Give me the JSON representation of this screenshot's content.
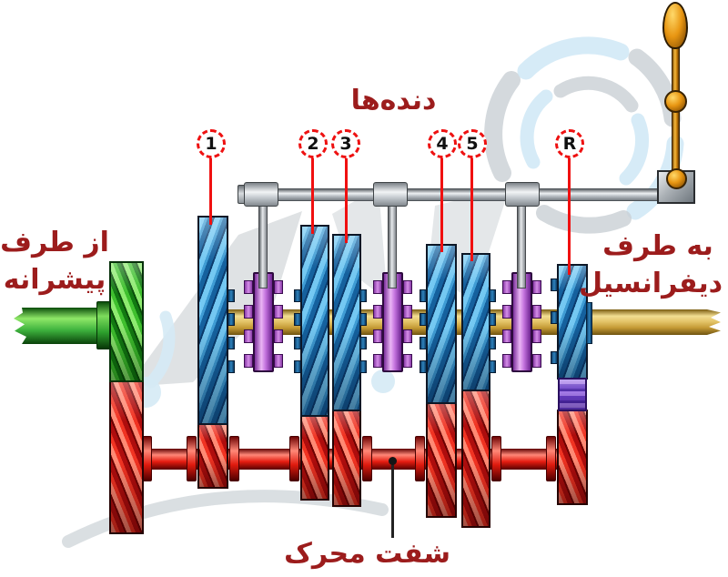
{
  "title": "دنده‌ها",
  "labels": {
    "input_line1": "از طرف",
    "input_line2": "پیشرانه",
    "output_line1": "به طرف",
    "output_line2": "دیفرانسیل",
    "driveshaft": "شفت محرک"
  },
  "gear_markers": [
    {
      "label": "1"
    },
    {
      "label": "2"
    },
    {
      "label": "3"
    },
    {
      "label": "4"
    },
    {
      "label": "5"
    },
    {
      "label": "R"
    }
  ],
  "colors": {
    "label_text": "#9c1c1c",
    "marker_ring": "#ee1111",
    "leader_line": "#f01010",
    "gear_blue": "#2f86c2",
    "counter_gear_red": "#d41414",
    "input_gear_green": "#2fae24",
    "synchro_purple": "#b661d2",
    "reverse_band_violet": "#6a3ec6",
    "output_shaft_gold": "#d9b554",
    "input_shaft_green": "#3cae3c",
    "countershaft_red": "#e01010",
    "rail_gray": "#b9bfc5",
    "shifter_orange": "#e89612"
  }
}
